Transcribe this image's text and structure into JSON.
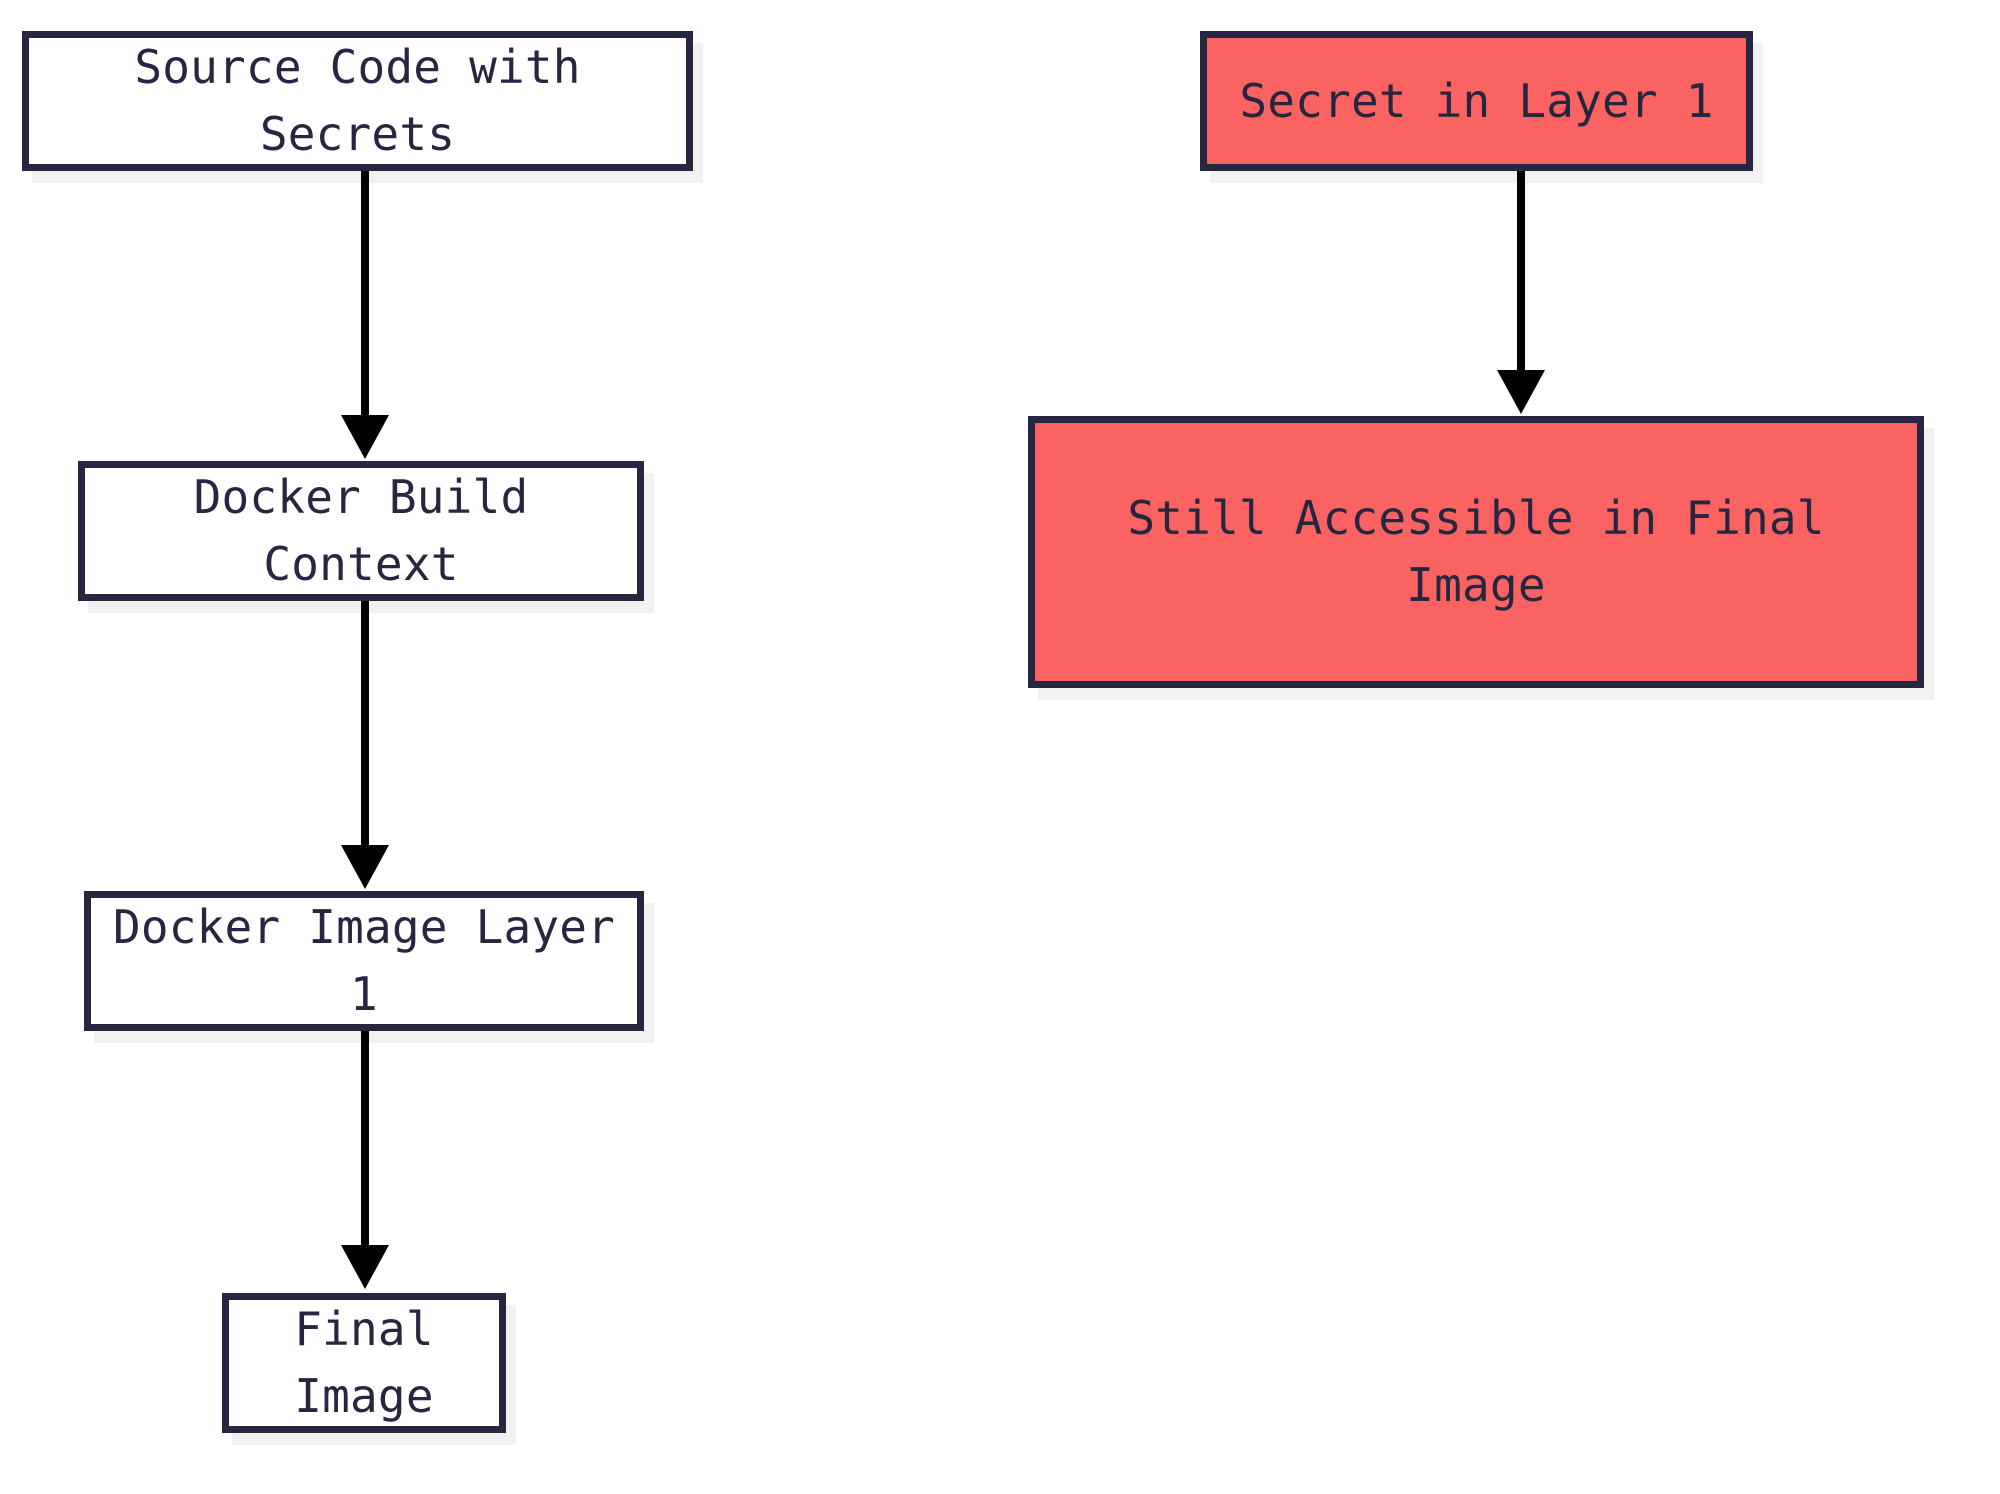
{
  "diagram": {
    "type": "flowchart",
    "direction": "top-down",
    "background_color": "#ffffff",
    "default_node_fill": "#ffffff",
    "default_node_stroke": "#262640",
    "danger_node_fill": "#fb6363",
    "arrow_color": "#000000",
    "nodes": [
      {
        "id": "source-code",
        "label": "Source Code with Secrets",
        "style": "default"
      },
      {
        "id": "build-context",
        "label": "Docker Build Context",
        "style": "default"
      },
      {
        "id": "image-layer-1",
        "label": "Docker Image Layer 1",
        "style": "default"
      },
      {
        "id": "final-image",
        "label": "Final Image",
        "style": "default"
      },
      {
        "id": "secret-layer-1",
        "label": "Secret in Layer 1",
        "style": "danger"
      },
      {
        "id": "still-accessible",
        "label": "Still Accessible in Final Image",
        "style": "danger"
      }
    ],
    "edges": [
      {
        "from": "source-code",
        "to": "build-context"
      },
      {
        "from": "build-context",
        "to": "image-layer-1"
      },
      {
        "from": "image-layer-1",
        "to": "final-image"
      },
      {
        "from": "secret-layer-1",
        "to": "still-accessible"
      }
    ]
  }
}
